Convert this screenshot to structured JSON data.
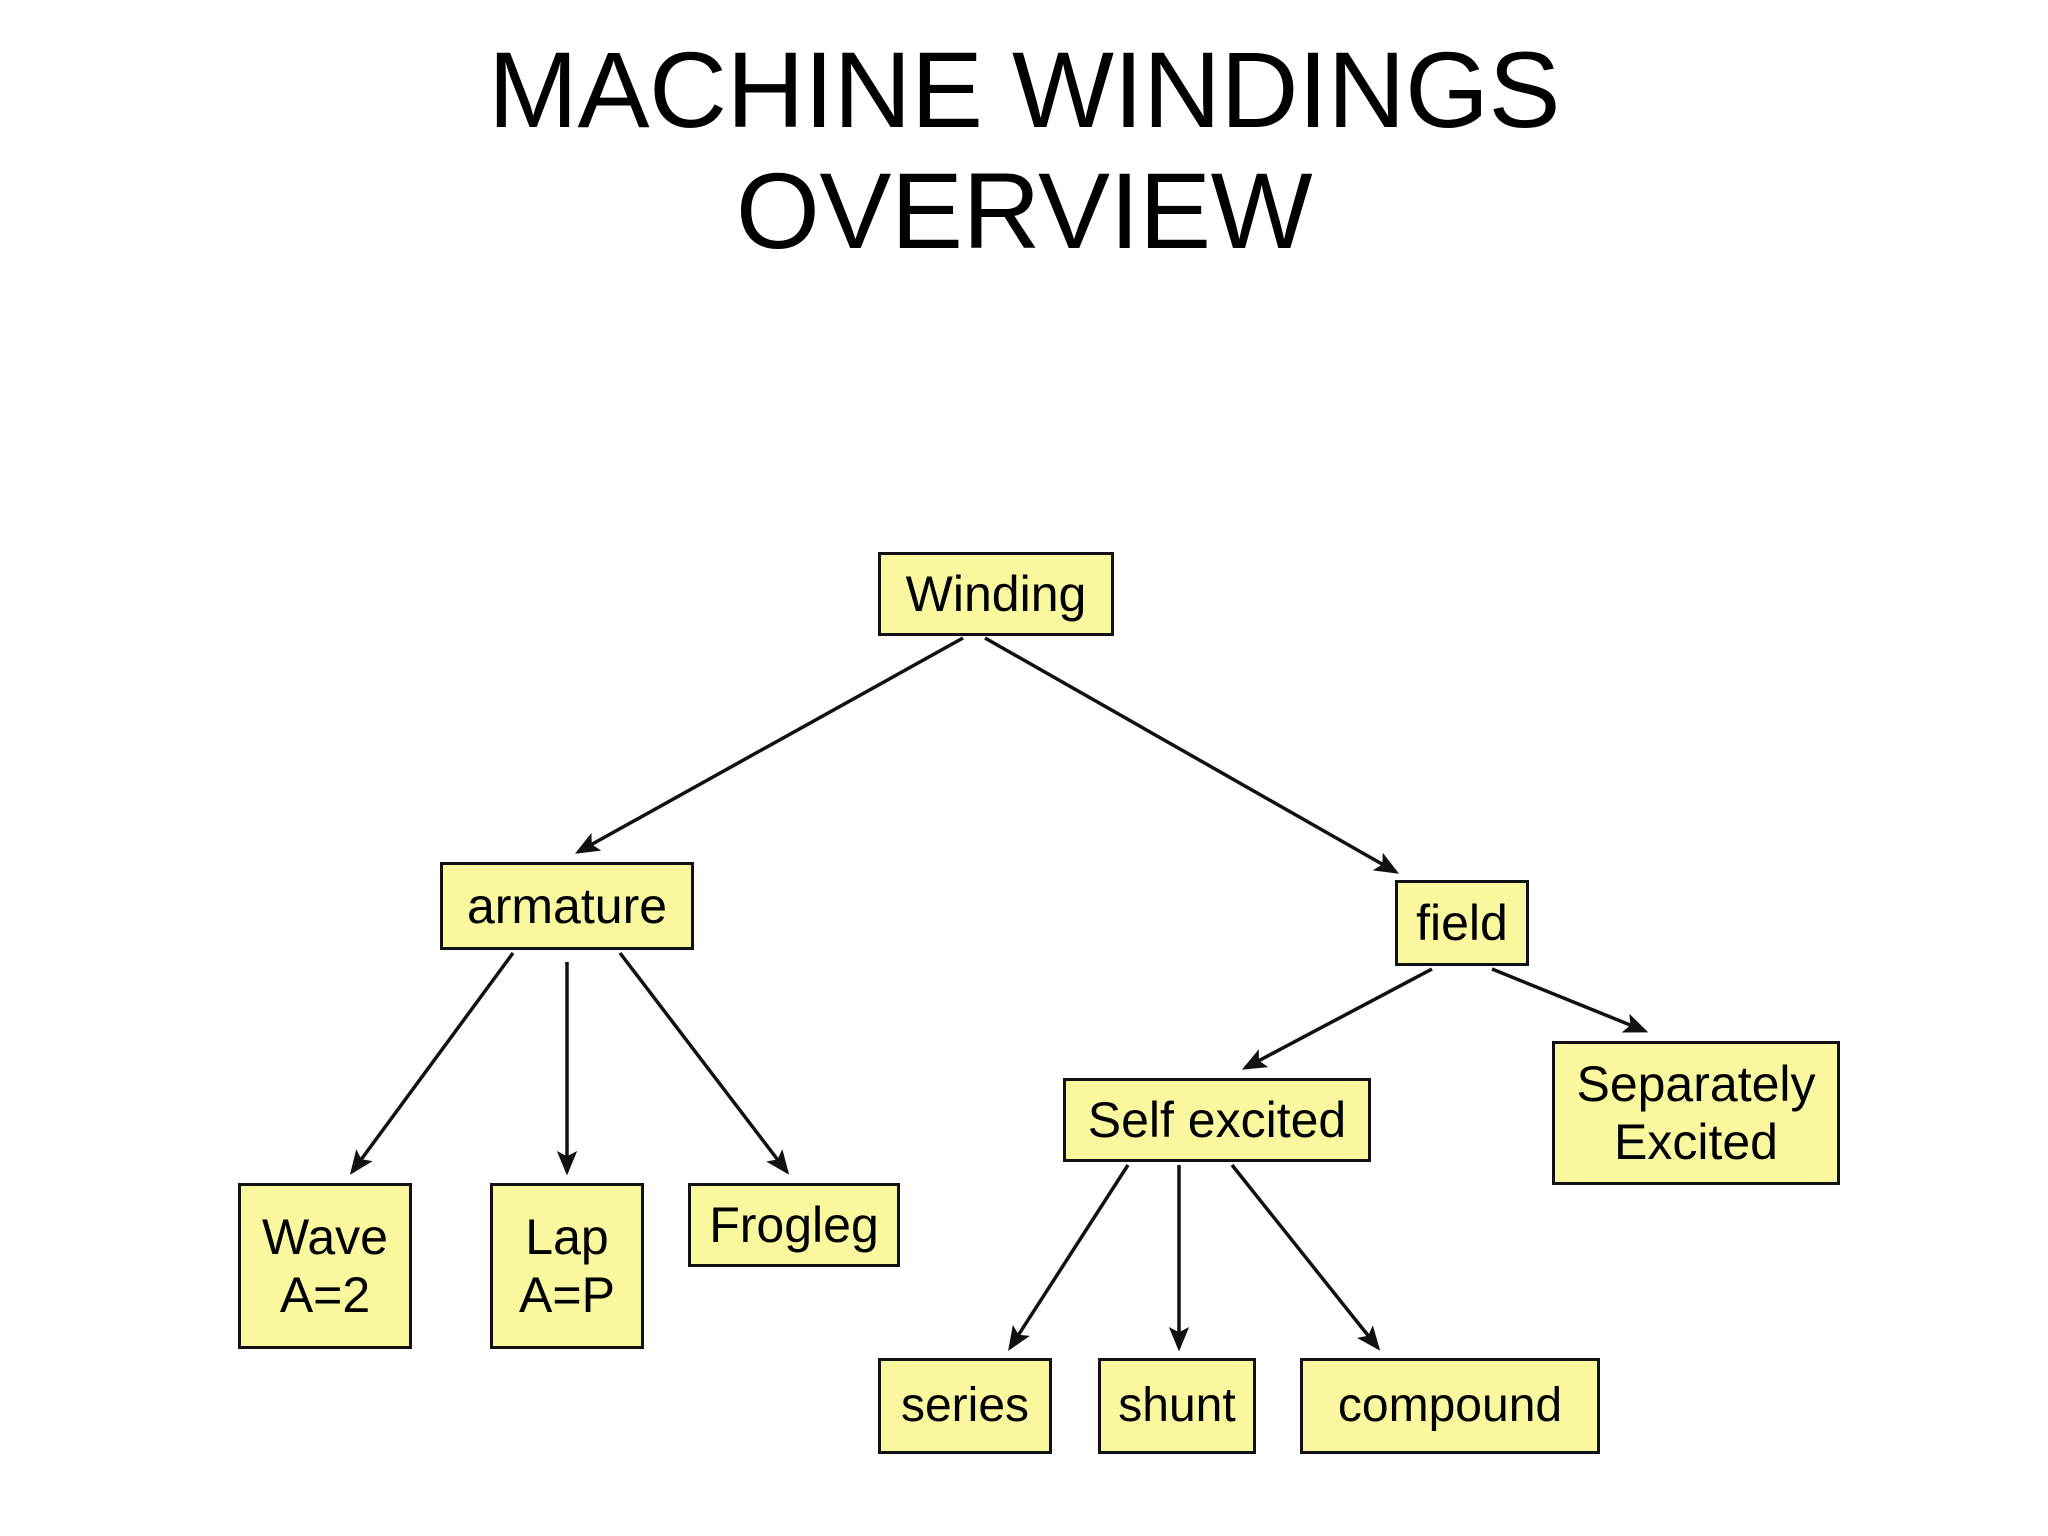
{
  "slide": {
    "title": "MACHINE WINDINGS\nOVERVIEW",
    "background_color": "#FFFFFF",
    "node_fill_color": "#FAF89E",
    "node_border_color": "#111111",
    "text_color": "#000000",
    "edge_color": "#111111"
  },
  "diagram": {
    "type": "tree",
    "orientation": "top-down",
    "nodes": [
      {
        "id": "winding",
        "label": "Winding",
        "level": 0
      },
      {
        "id": "armature",
        "label": "armature",
        "level": 1
      },
      {
        "id": "field",
        "label": "field",
        "level": 1
      },
      {
        "id": "wave",
        "label": "Wave\nA=2",
        "level": 2
      },
      {
        "id": "lap",
        "label": "Lap\nA=P",
        "level": 2
      },
      {
        "id": "frogleg",
        "label": "Frogleg",
        "level": 2
      },
      {
        "id": "selfex",
        "label": "Self excited",
        "level": 2
      },
      {
        "id": "sepex",
        "label": "Separately\nExcited",
        "level": 2
      },
      {
        "id": "series",
        "label": "series",
        "level": 3
      },
      {
        "id": "shunt",
        "label": "shunt",
        "level": 3
      },
      {
        "id": "compound",
        "label": "compound",
        "level": 3
      }
    ],
    "edges": [
      {
        "from": "winding",
        "to": "armature",
        "arrow": "end"
      },
      {
        "from": "winding",
        "to": "field",
        "arrow": "end"
      },
      {
        "from": "armature",
        "to": "wave",
        "arrow": "end"
      },
      {
        "from": "armature",
        "to": "lap",
        "arrow": "end"
      },
      {
        "from": "armature",
        "to": "frogleg",
        "arrow": "end"
      },
      {
        "from": "field",
        "to": "selfex",
        "arrow": "end"
      },
      {
        "from": "field",
        "to": "sepex",
        "arrow": "end"
      },
      {
        "from": "selfex",
        "to": "series",
        "arrow": "end"
      },
      {
        "from": "selfex",
        "to": "shunt",
        "arrow": "end"
      },
      {
        "from": "selfex",
        "to": "compound",
        "arrow": "end"
      }
    ]
  }
}
